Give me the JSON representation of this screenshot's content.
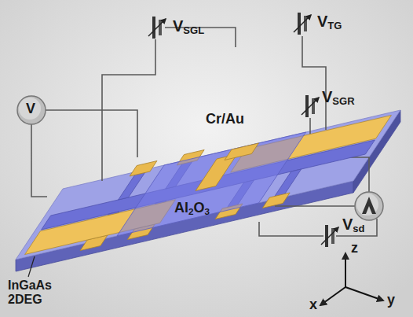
{
  "diagram": {
    "labels": [
      "VSGL",
      "VTG",
      "VSGR",
      "V",
      "Cr/Au",
      "Al2O3",
      "Vsd",
      "InGaAs 2DEG",
      "z",
      "x",
      "y"
    ]
  }
}
